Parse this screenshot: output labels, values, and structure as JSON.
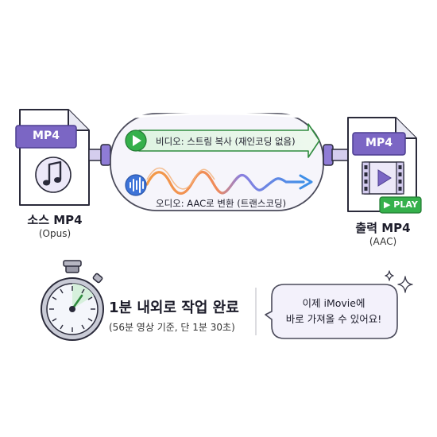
{
  "source": {
    "badge": "MP4",
    "title": "소스 MP4",
    "subtitle": "(Opus)",
    "icon": "music-note-icon"
  },
  "output": {
    "badge": "MP4",
    "title": "출력 MP4",
    "subtitle": "(AAC)",
    "icon": "film-play-icon",
    "play_badge": "PLAY"
  },
  "streams": {
    "video": {
      "label": "비디오: 스트림 복사 (재인코딩 없음)",
      "icon": "play-icon"
    },
    "audio": {
      "label": "오디오: AAC로 변환 (트랜스코딩)",
      "icon": "audio-wave-icon"
    }
  },
  "status": {
    "title": "1분 내외로 작업 완료",
    "subtitle": "(56분 영상 기준, 단 1분 30초)",
    "icon": "stopwatch-icon"
  },
  "bubble": {
    "line1": "이제 iMovie에",
    "line2": "바로 가져올 수 있어요!"
  },
  "colors": {
    "purple": "#7b66c4",
    "purple_light": "#ece8f8",
    "green": "#35b04b",
    "blue": "#3d73d8",
    "orange": "#f0964a"
  }
}
